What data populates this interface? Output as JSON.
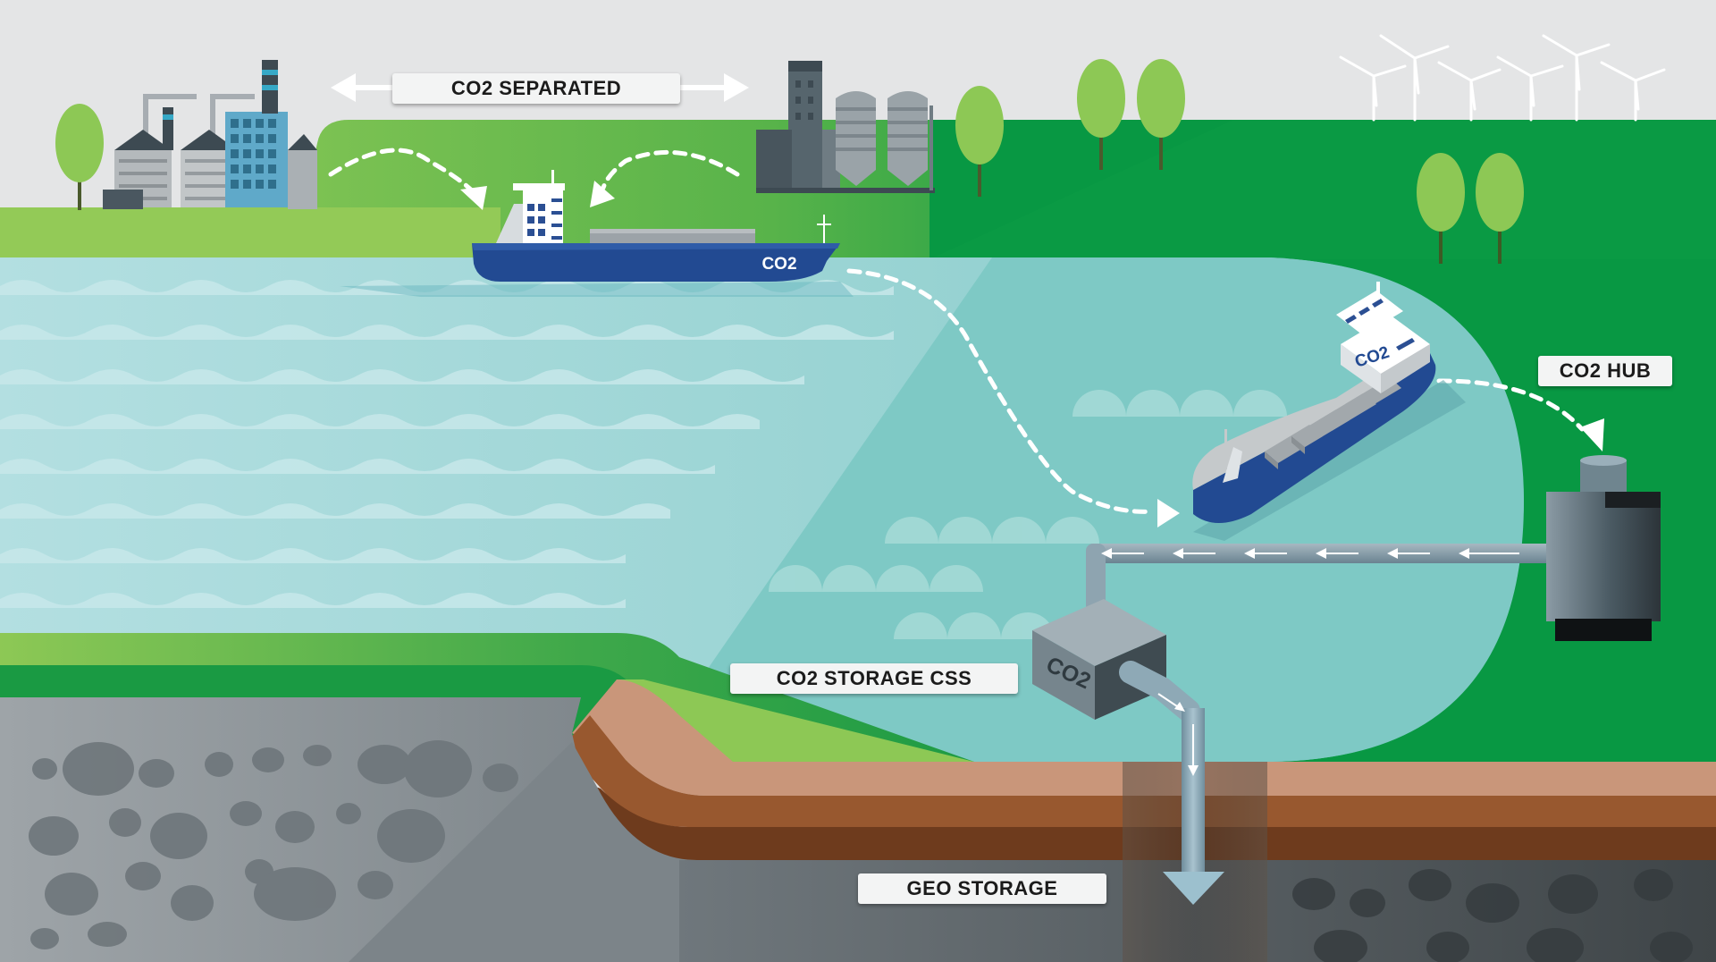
{
  "labels": {
    "separated": "CO2 SEPARATED",
    "hub": "CO2 HUB",
    "storage_css": "CO2 STORAGE CSS",
    "geo_storage": "GEO STORAGE"
  },
  "ship_texts": {
    "small_ship": "CO2",
    "large_ship": "CO2",
    "storage_box": "CO2"
  },
  "colors": {
    "sky": "#e4e5e6",
    "land_light": "#8dc855",
    "land_dark": "#009440",
    "water_light": "#a9d8dc",
    "water_mid": "#7fc9c6",
    "ship_hull": "#224a92",
    "soil_light": "#c9967a",
    "soil_mid": "#98582f",
    "soil_dark": "#6e3b1d",
    "rock": "#8e959b",
    "pipe": "#7f97a4",
    "label_bg": "#f3f4f4"
  }
}
